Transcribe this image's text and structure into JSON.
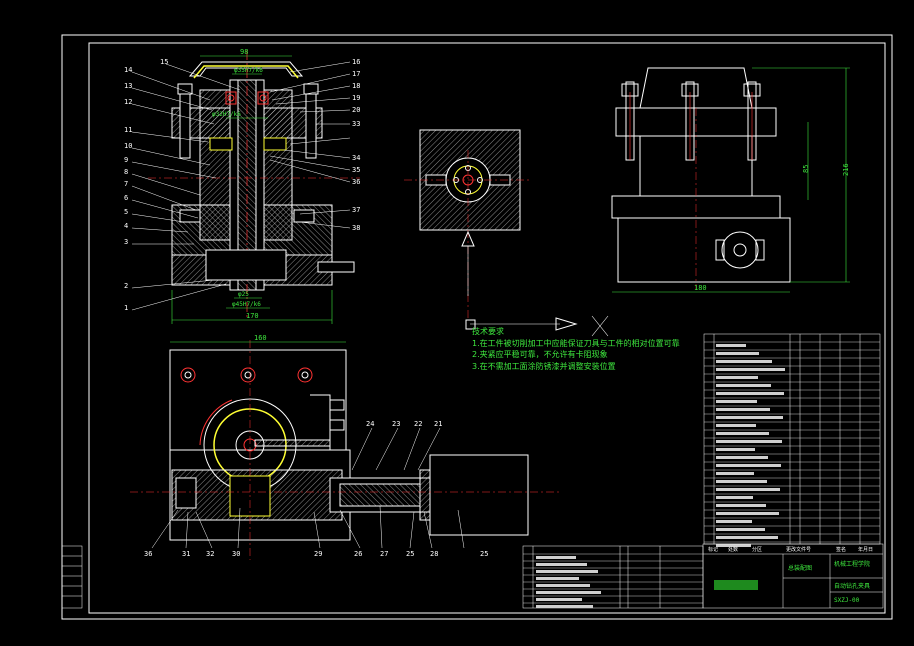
{
  "dims": {
    "top_width": "98",
    "bore_top": "φ35H7/k6",
    "bore_mid": "φ32H7/k6",
    "bore_bottom_1": "φ25",
    "bore_bottom_2": "φ45H7/k6",
    "base_width": "170",
    "plan_width": "160",
    "side_height_1": "85",
    "side_height_2": "216",
    "side_width": "180"
  },
  "left_callouts": [
    "14",
    "13",
    "12",
    "11",
    "10",
    "9",
    "8",
    "7",
    "6",
    "5",
    "4",
    "3",
    "2",
    "1"
  ],
  "right_callouts": [
    "15",
    "16",
    "17",
    "18",
    "19",
    "20",
    "33",
    "34",
    "35",
    "36",
    "37",
    "38"
  ],
  "bottom_callouts": [
    "36",
    "31",
    "32",
    "30",
    "29",
    "26",
    "27",
    "25",
    "28",
    "24",
    "23",
    "22",
    "21",
    "25"
  ],
  "notes": {
    "title": "技术要求",
    "items": [
      "1.在工件被切削加工中应能保证刀具与工件的相对位置可靠",
      "2.夹紧应平稳可靠，不允许有卡阻现象",
      "3.在不需加工面涂防锈漆并调整安装位置"
    ]
  },
  "title_block": {
    "drawing_name": "总装配图",
    "company": "机械工程学院",
    "product": "自动钻孔夹具",
    "code": "SXZJ-00"
  },
  "side_table_labels": [
    "标记",
    "处数",
    "分区",
    "更改文件号",
    "签名",
    "年月日"
  ]
}
